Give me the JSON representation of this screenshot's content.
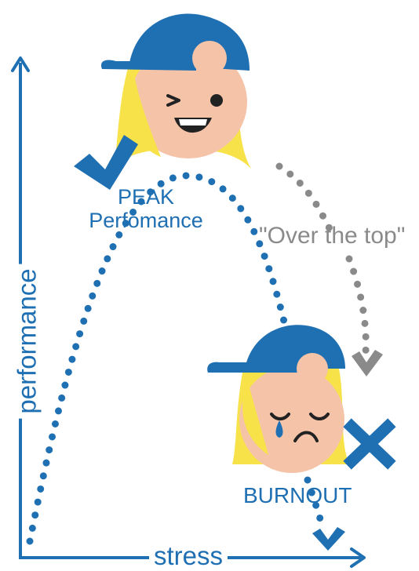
{
  "labels": {
    "peak_line1": "PEAK",
    "peak_line2": "Perfomance",
    "over_the_top": "\"Over the top\"",
    "burnout": "BURNOUT",
    "x_axis": "stress",
    "y_axis": "performance"
  },
  "icons": {
    "happy_face": "winking-girl-with-cap-icon",
    "sad_face": "crying-girl-with-cap-icon",
    "check": "check-mark-icon",
    "cross": "x-mark-icon"
  },
  "colors": {
    "primary": "#1f6fb3",
    "secondary": "#8a8a8a",
    "hair": "#f7e24a",
    "skin": "#f5c4a8",
    "cap": "#1f6fb3"
  }
}
